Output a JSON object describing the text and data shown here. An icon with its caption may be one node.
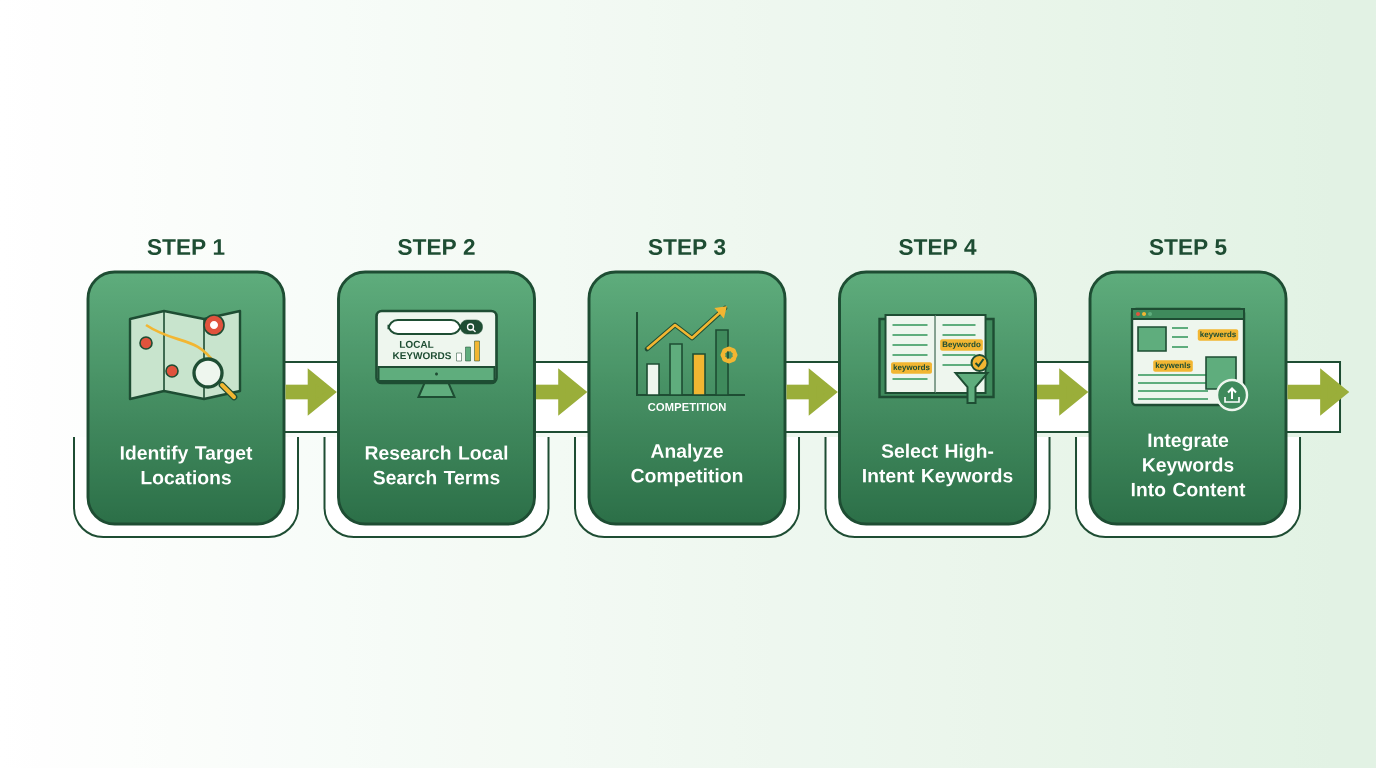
{
  "diagram": {
    "nodes": [
      {
        "text": [
          "STEP 1",
          "Identify Target Locations"
        ]
      },
      {
        "text": [
          "STEP 2",
          "Research Local Search Terms"
        ]
      },
      {
        "text": [
          "STEP 3",
          "Analyze Competition"
        ]
      },
      {
        "text": [
          "STEP 4",
          "Select High-Intent Keywords"
        ]
      },
      {
        "text": [
          "STEP 5",
          "Integrate Keywords Into Content"
        ]
      }
    ],
    "edges": [
      {
        "from": 0,
        "to": 1,
        "arrow": "to"
      },
      {
        "from": 1,
        "to": 2,
        "arrow": "to"
      },
      {
        "from": 2,
        "to": 3,
        "arrow": "to"
      },
      {
        "from": 3,
        "to": 4,
        "arrow": "to"
      },
      {
        "from": 4,
        "to": null,
        "arrow": "to"
      }
    ],
    "labels": [
      "LOCAL KEYWORDS",
      "COMPETITION",
      "Beywordo",
      "keywords",
      "keywerds",
      "keywenls"
    ]
  }
}
